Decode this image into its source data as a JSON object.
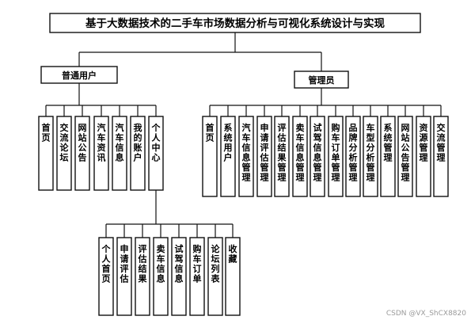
{
  "root": {
    "label": "基于大数据技术的二手车市场数据分析与可视化系统设计与实现"
  },
  "roles": [
    {
      "label": "普通用户",
      "modules": [
        "首页",
        "交流论坛",
        "网站公告",
        "汽车资讯",
        "汽车信息",
        "我的账户",
        "个人中心"
      ]
    },
    {
      "label": "管理员",
      "modules": [
        "首页",
        "系统用户",
        "汽车信息管理",
        "申请评估管理",
        "评估结果管理",
        "卖车信息管理",
        "试驾信息管理",
        "购车订单管理",
        "品牌分析管理",
        "车型分析管理",
        "系统管理",
        "网站公告管理",
        "资源管理",
        "交流管理"
      ]
    }
  ],
  "personal_center": {
    "children": [
      "个人首页",
      "申请评估",
      "评估结果",
      "卖车信息",
      "试驾信息",
      "购车订单",
      "论坛列表",
      "收藏"
    ]
  },
  "watermark": "CSDN @VX_ShCX8820"
}
